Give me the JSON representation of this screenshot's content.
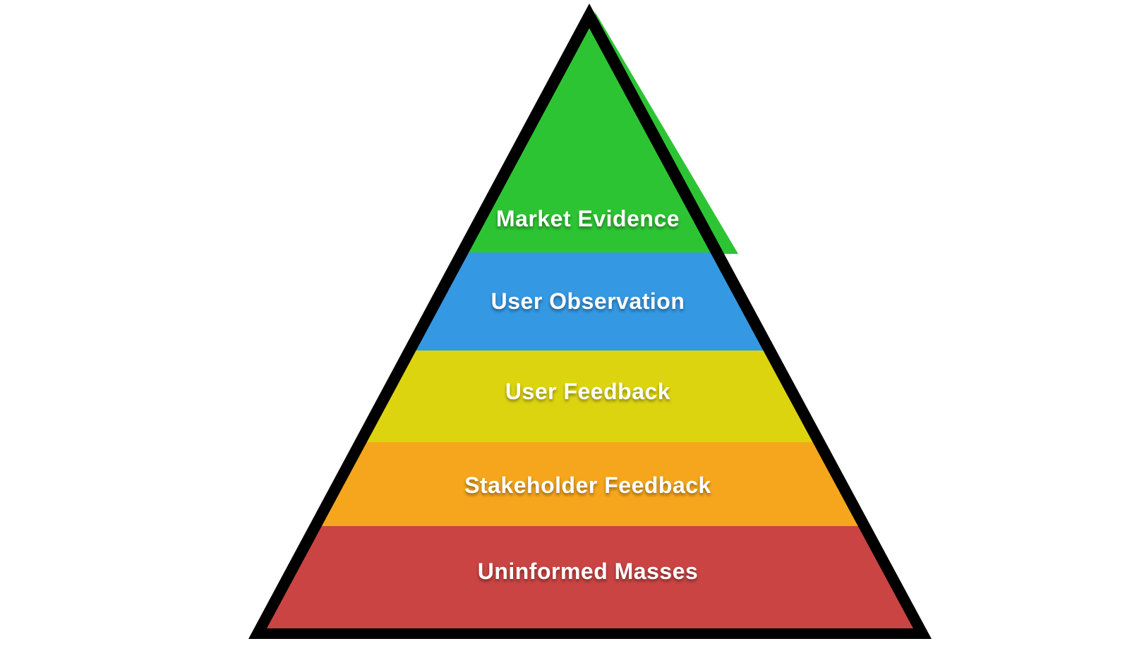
{
  "page": {
    "background": "#ffffff"
  },
  "diagram": {
    "type": "pyramid",
    "outline_color": "#000000",
    "label_text_color": "#ffffff",
    "levels": [
      {
        "label": "Market Evidence",
        "color": "#2DC434"
      },
      {
        "label": "User Observation",
        "color": "#3598E2"
      },
      {
        "label": "User Feedback",
        "color": "#DDD410"
      },
      {
        "label": "Stakeholder Feedback",
        "color": "#F5A61C"
      },
      {
        "label": "Uninformed Masses",
        "color": "#C94442"
      }
    ]
  }
}
